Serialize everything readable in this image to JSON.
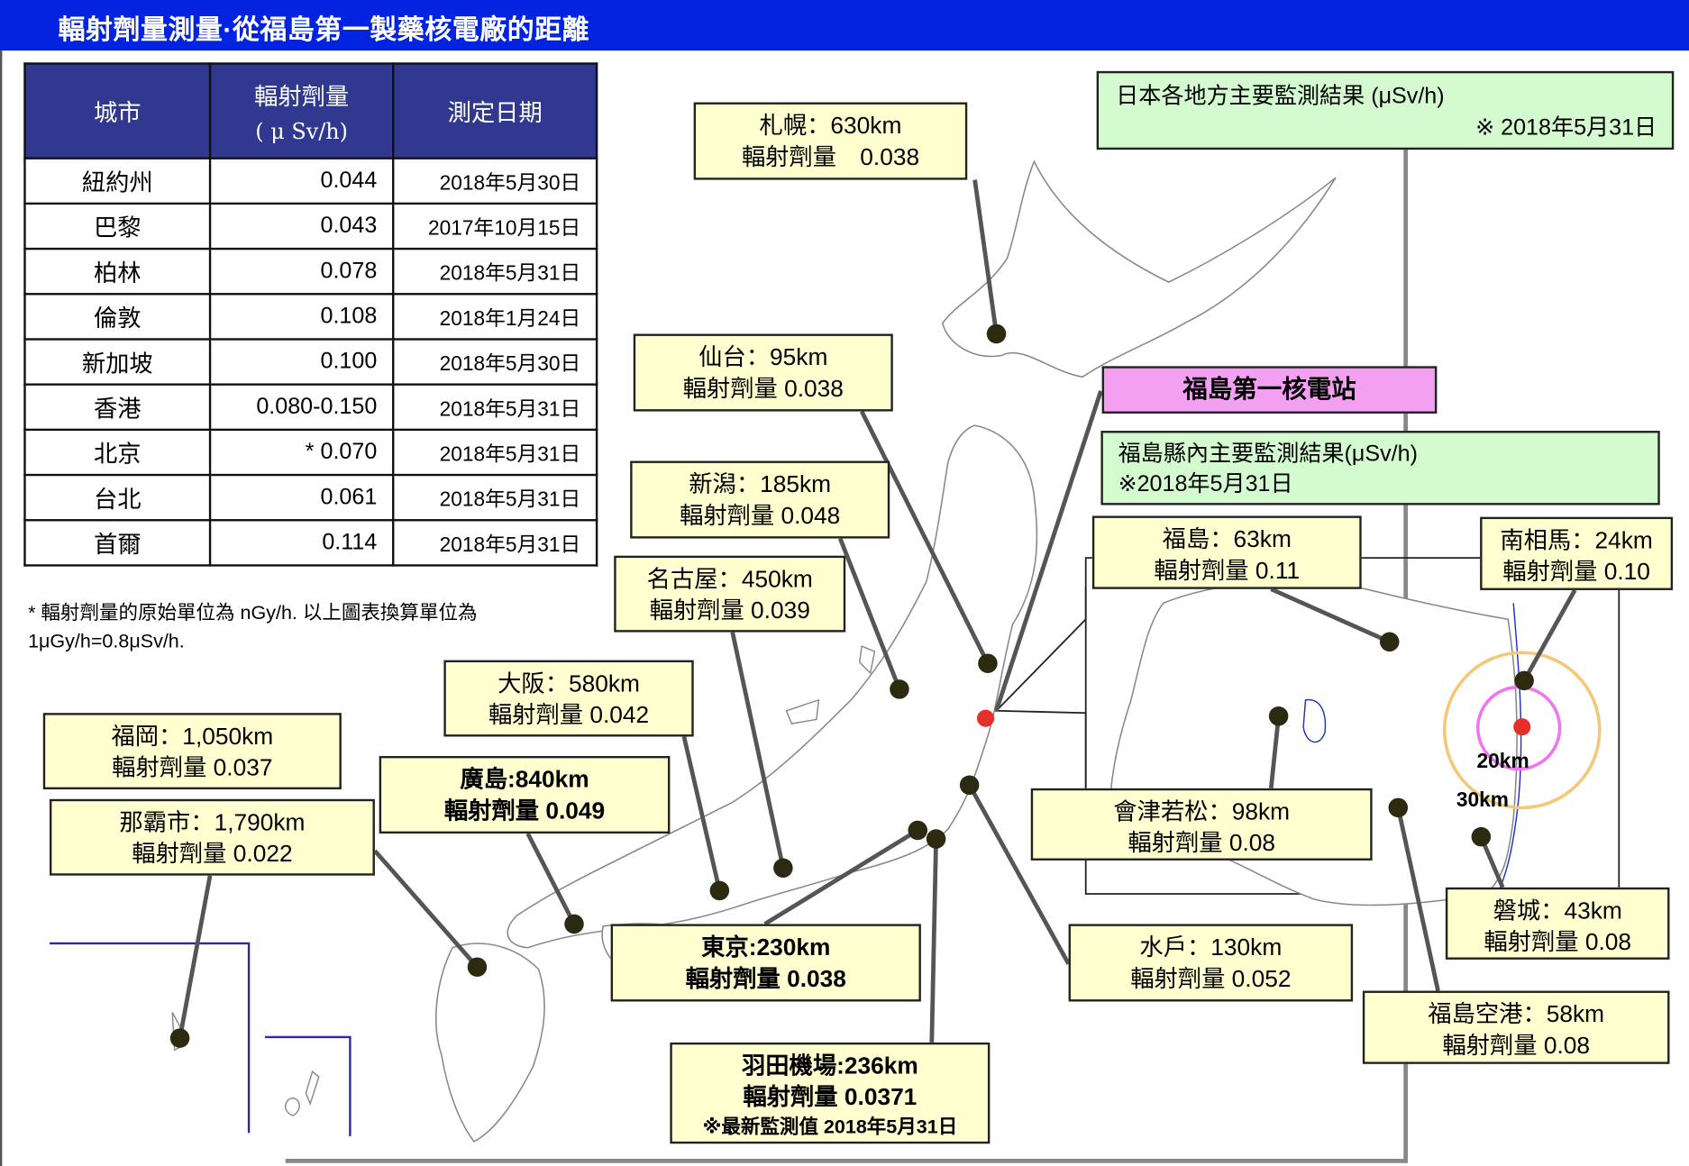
{
  "title": "輻射劑量測量·從福島第一製藥核電廠的距離",
  "table": {
    "headers": {
      "city": "城市",
      "dose": "輻射劑量",
      "dose_unit": "( μ Sv/h)",
      "date": "測定日期"
    },
    "rows": [
      {
        "city": "紐約州",
        "dose": "0.044",
        "date": "2018年5月30日"
      },
      {
        "city": "巴黎",
        "dose": "0.043",
        "date": "2017年10月15日"
      },
      {
        "city": "柏林",
        "dose": "0.078",
        "date": "2018年5月31日"
      },
      {
        "city": "倫敦",
        "dose": "0.108",
        "date": "2018年1月24日"
      },
      {
        "city": "新加坡",
        "dose": "0.100",
        "date": "2018年5月30日"
      },
      {
        "city": "香港",
        "dose": "0.080-0.150",
        "date": "2018年5月31日"
      },
      {
        "city": "北京",
        "dose": "* 0.070",
        "date": "2018年5月31日"
      },
      {
        "city": "台北",
        "dose": "0.061",
        "date": "2018年5月31日"
      },
      {
        "city": "首爾",
        "dose": "0.114",
        "date": "2018年5月31日"
      }
    ],
    "footnote_line1": "*  輻射劑量的原始單位為 nGy/h. 以上圖表換算單位為",
    "footnote_line2": "1μGy/h=0.8μSv/h."
  },
  "japan_header": {
    "line1": "日本各地方主要監測結果 (μSv/h)",
    "line2": "※ 2018年5月31日"
  },
  "plant_label": "福島第一核電站",
  "fukushima_header": {
    "line1": "福島縣內主要監測結果(μSv/h)",
    "line2": "※2018年5月31日"
  },
  "japan_sites": [
    {
      "line1": "札幌：630km",
      "line2": "輻射劑量　0.038"
    },
    {
      "line1": "仙台：95km",
      "line2": "輻射劑量  0.038"
    },
    {
      "line1": "新潟：185km",
      "line2": "輻射劑量 0.048"
    },
    {
      "line1": "名古屋：450km",
      "line2": "輻射劑量 0.039"
    },
    {
      "line1": "大阪：580km",
      "line2": "輻射劑量 0.042"
    },
    {
      "line1": "福岡：1,050km",
      "line2": "輻射劑量 0.037"
    },
    {
      "line1": "那霸市：1,790km",
      "line2": "輻射劑量 0.022"
    },
    {
      "line1": "廣島:840km",
      "line2": "輻射劑量 0.049"
    },
    {
      "line1": "東京:230km",
      "line2": "輻射劑量 0.038"
    },
    {
      "line1": "羽田機場:236km",
      "line2": "輻射劑量 0.0371",
      "line3": "※最新監測值 2018年5月31日"
    },
    {
      "line1": "水戶：130km",
      "line2": "輻射劑量 0.052"
    }
  ],
  "fukushima_sites": [
    {
      "line1": "福島：63km",
      "line2": "輻射劑量 0.11"
    },
    {
      "line1": "南相馬：24km",
      "line2": "輻射劑量 0.10"
    },
    {
      "line1": "會津若松：98km",
      "line2": "輻射劑量 0.08"
    },
    {
      "line1": "磐城：43km",
      "line2": "輻射劑量 0.08"
    },
    {
      "line1": "福島空港：58km",
      "line2": "輻射劑量 0.08"
    }
  ],
  "rings": {
    "inner": "20km",
    "outer": "30km"
  },
  "colors": {
    "title_bg": "#0223e0",
    "header_bg": "#303890",
    "label_bg": "#ffffd0",
    "green_bg": "#d4fbd0",
    "pink_bg": "#f3a0f3",
    "plant": "#e8302a",
    "dot": "#2c2a10",
    "ring20": "#ee77ee",
    "ring30": "#f5c878"
  }
}
